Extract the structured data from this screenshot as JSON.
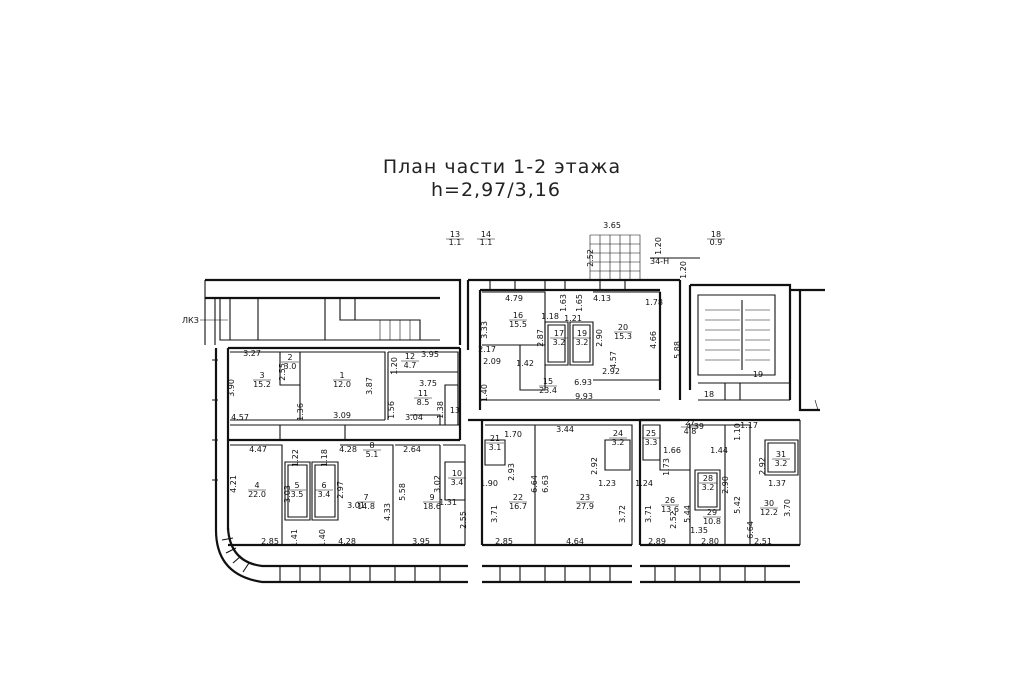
{
  "title": {
    "line1": "План части 1-2 этажа",
    "line2": "h=2,97/3,16"
  },
  "labels": {
    "lkz": "ЛКЗ",
    "stair_34n": "34-Н"
  },
  "rooms": [
    {
      "num": "1",
      "area": "12.0"
    },
    {
      "num": "2",
      "area": "3.0"
    },
    {
      "num": "3",
      "area": "15.2"
    },
    {
      "num": "4",
      "area": "22.0"
    },
    {
      "num": "5",
      "area": "3.5"
    },
    {
      "num": "6",
      "area": "3.4"
    },
    {
      "num": "7",
      "area": "14.8"
    },
    {
      "num": "8",
      "area": "5.1"
    },
    {
      "num": "9",
      "area": "18.6"
    },
    {
      "num": "10",
      "area": "3.4"
    },
    {
      "num": "11",
      "area": "8.5"
    },
    {
      "num": "12",
      "area": "4.7"
    },
    {
      "num": "13",
      "area": "1.1"
    },
    {
      "num": "14",
      "area": "1.1"
    },
    {
      "num": "15",
      "area": "23.4"
    },
    {
      "num": "16",
      "area": "15.5"
    },
    {
      "num": "17",
      "area": "3.2"
    },
    {
      "num": "18",
      "area": "0.9"
    },
    {
      "num": "19",
      "area": "3.2"
    },
    {
      "num": "20",
      "area": "15.3"
    },
    {
      "num": "21",
      "area": "3.1"
    },
    {
      "num": "22",
      "area": "16.7"
    },
    {
      "num": "23",
      "area": "27.9"
    },
    {
      "num": "24",
      "area": "3.2"
    },
    {
      "num": "25",
      "area": "3.3"
    },
    {
      "num": "26",
      "area": "13.6"
    },
    {
      "num": "27",
      "area": "4.8"
    },
    {
      "num": "28",
      "area": "3.2"
    },
    {
      "num": "29",
      "area": "10.8"
    },
    {
      "num": "30",
      "area": "12.2"
    },
    {
      "num": "31",
      "area": "3.2"
    }
  ],
  "plain_numbers": [
    "13",
    "18",
    "19"
  ],
  "dimensions": [
    "3.27",
    "2.55",
    "3.90",
    "4.57",
    "1.36",
    "3.09",
    "3.87",
    "1.20",
    "3.95",
    "3.75",
    "1.56",
    "1.38",
    "3.04",
    "4.47",
    "1.22",
    "1.18",
    "4.28",
    "2.64",
    "4.21",
    "3.03",
    "2.97",
    "3.01",
    "4.33",
    "5.58",
    "3.02",
    "1.31",
    "2.55",
    "1.41",
    "1.40",
    "2.85",
    "4.28",
    "3.95",
    "3.65",
    "2.52",
    "1.20",
    "1.20",
    "4.79",
    "1.63",
    "1.65",
    "4.13",
    "1.78",
    "3.33",
    "1.18",
    "1.21",
    "2.87",
    "2.90",
    "4.57",
    "4.66",
    "2.17",
    "2.09",
    "1.42",
    "6.93",
    "2.92",
    "5.88",
    "1.40",
    "9.93",
    "1.70",
    "3.44",
    "1.90",
    "2.93",
    "6.64",
    "6.63",
    "2.92",
    "1.23",
    "3.71",
    "3.72",
    "2.85",
    "4.64",
    "4.39",
    "1.10",
    "1.17",
    "1.66",
    "1.44",
    "1.73",
    "1.24",
    "2.92",
    "2.90",
    "5.44",
    "5.42",
    "1.37",
    "3.71",
    "1.35",
    "2.52",
    "6.64",
    "3.70",
    "2.89",
    "2.80",
    "2.51"
  ]
}
